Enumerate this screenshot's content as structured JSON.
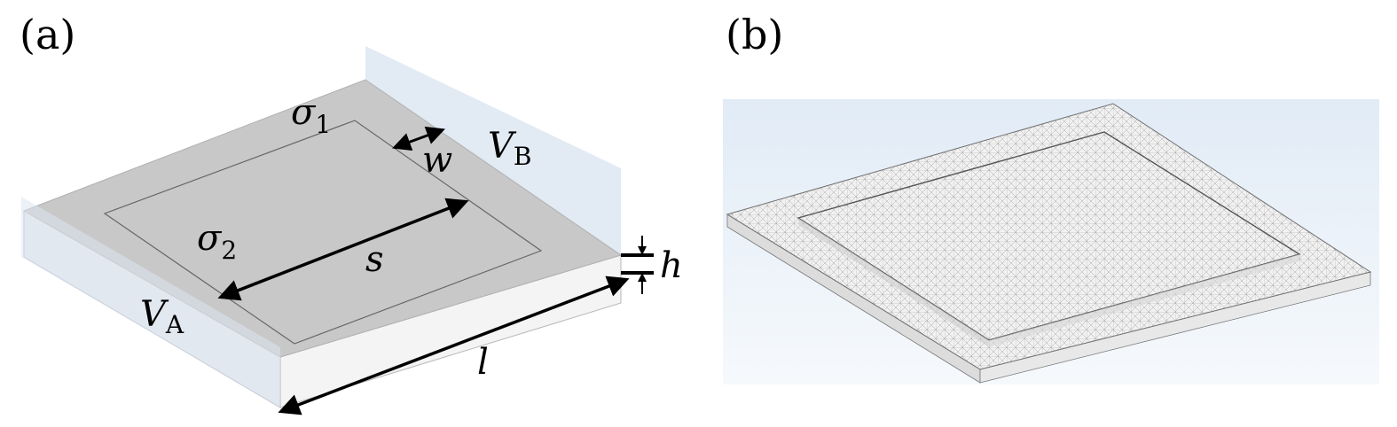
{
  "panels": {
    "a": {
      "label": "(a)",
      "symbols": {
        "sigma1": "σ",
        "sigma1_sub": "1",
        "sigma2": "σ",
        "sigma2_sub": "2",
        "w": "w",
        "s": "s",
        "h": "h",
        "l": "l",
        "VA": "V",
        "VA_sub": "A",
        "VB": "V",
        "VB_sub": "B"
      }
    },
    "b": {
      "label": "(b)"
    }
  },
  "colors": {
    "plate_top": "#c8c8c8",
    "plate_side": "#eeeeee",
    "electrode": "#dde6f2",
    "mesh_background": "#e9f1f9",
    "mesh_lines": "#8a8a8a",
    "arrows": "#000000"
  }
}
